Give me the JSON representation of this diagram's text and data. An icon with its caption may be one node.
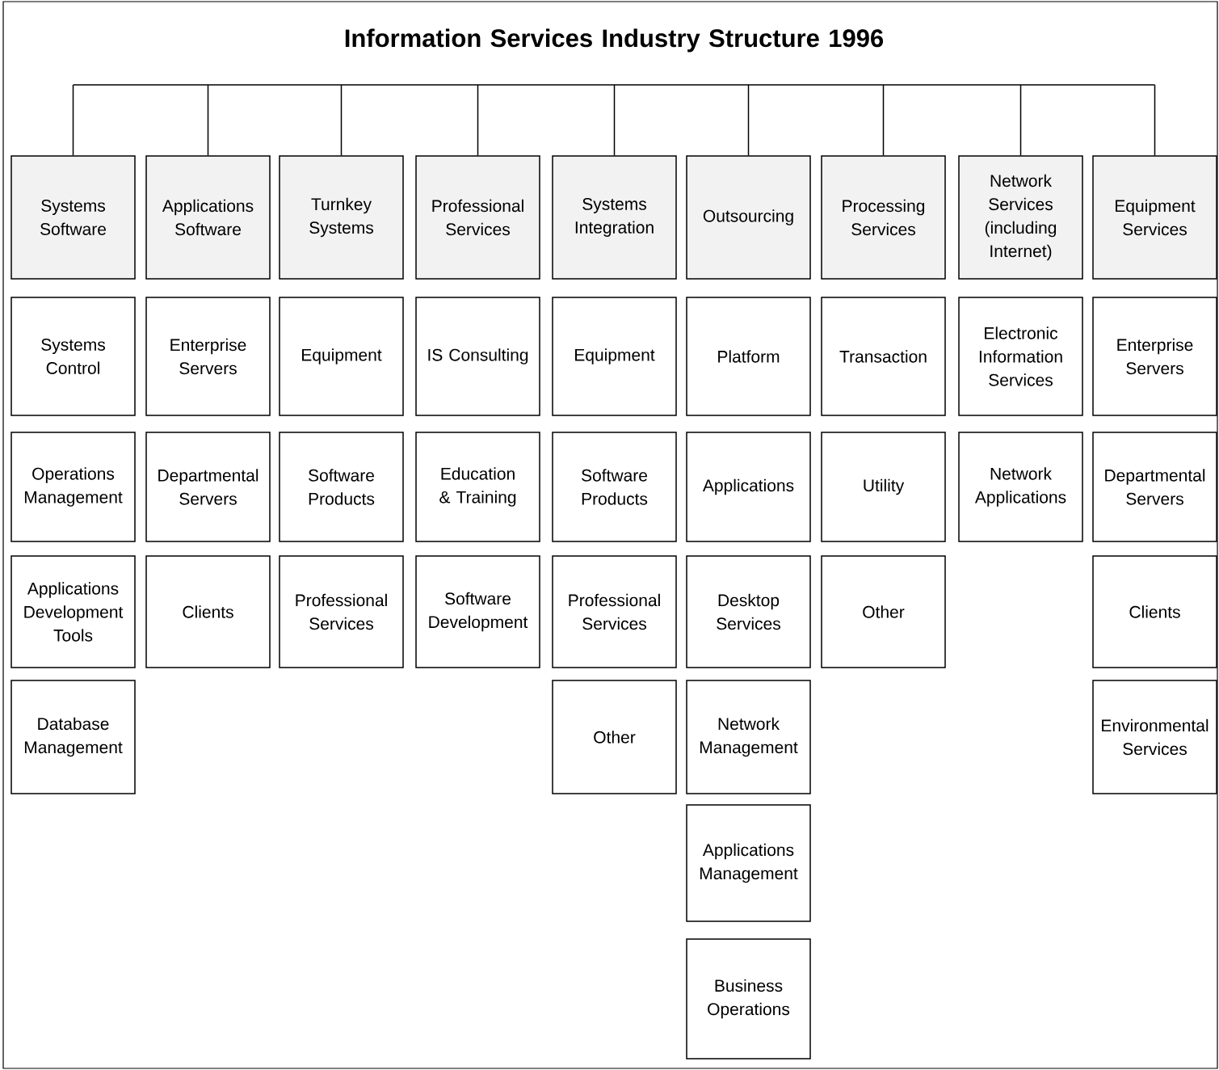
{
  "diagram": {
    "title": "Information Services Industry Structure 1996",
    "nodes": [
      {
        "text": [
          "Systems Software"
        ]
      },
      {
        "text": [
          "Systems Control"
        ]
      },
      {
        "text": [
          "Operations Management"
        ]
      },
      {
        "text": [
          "Applications Development Tools"
        ]
      },
      {
        "text": [
          "Database Management"
        ]
      },
      {
        "text": [
          "Applications Software"
        ]
      },
      {
        "text": [
          "Enterprise Servers"
        ]
      },
      {
        "text": [
          "Departmental Servers"
        ]
      },
      {
        "text": [
          "Clients"
        ]
      },
      {
        "text": [
          "Turnkey Systems"
        ]
      },
      {
        "text": [
          "Equipment"
        ]
      },
      {
        "text": [
          "Software Products"
        ]
      },
      {
        "text": [
          "Professional Services"
        ]
      },
      {
        "text": [
          "Professional Services"
        ]
      },
      {
        "text": [
          "IS Consulting"
        ]
      },
      {
        "text": [
          "Education & Training"
        ]
      },
      {
        "text": [
          "Software Development"
        ]
      },
      {
        "text": [
          "Systems Integration"
        ]
      },
      {
        "text": [
          "Equipment"
        ]
      },
      {
        "text": [
          "Software Products"
        ]
      },
      {
        "text": [
          "Professional Services"
        ]
      },
      {
        "text": [
          "Other"
        ]
      },
      {
        "text": [
          "Outsourcing"
        ]
      },
      {
        "text": [
          "Platform"
        ]
      },
      {
        "text": [
          "Applications"
        ]
      },
      {
        "text": [
          "Desktop Services"
        ]
      },
      {
        "text": [
          "Network Management"
        ]
      },
      {
        "text": [
          "Applications Management"
        ]
      },
      {
        "text": [
          "Business Operations"
        ]
      },
      {
        "text": [
          "Processing Services"
        ]
      },
      {
        "text": [
          "Transaction"
        ]
      },
      {
        "text": [
          "Utility"
        ]
      },
      {
        "text": [
          "Other"
        ]
      },
      {
        "text": [
          "Network Services (including Internet)"
        ]
      },
      {
        "text": [
          "Electronic Information Services"
        ]
      },
      {
        "text": [
          "Network Applications"
        ]
      },
      {
        "text": [
          "Equipment Services"
        ]
      },
      {
        "text": [
          "Enterprise Servers"
        ]
      },
      {
        "text": [
          "Departmental Servers"
        ]
      },
      {
        "text": [
          "Clients"
        ]
      },
      {
        "text": [
          "Environmental Services"
        ]
      }
    ],
    "edges": [
      {
        "from": null,
        "to": 0,
        "arrow": "none"
      },
      {
        "from": null,
        "to": 5,
        "arrow": "none"
      },
      {
        "from": null,
        "to": 9,
        "arrow": "none"
      },
      {
        "from": null,
        "to": 13,
        "arrow": "none"
      },
      {
        "from": null,
        "to": 17,
        "arrow": "none"
      },
      {
        "from": null,
        "to": 22,
        "arrow": "none"
      },
      {
        "from": null,
        "to": 29,
        "arrow": "none"
      },
      {
        "from": null,
        "to": 33,
        "arrow": "none"
      },
      {
        "from": null,
        "to": 36,
        "arrow": "none"
      }
    ]
  }
}
